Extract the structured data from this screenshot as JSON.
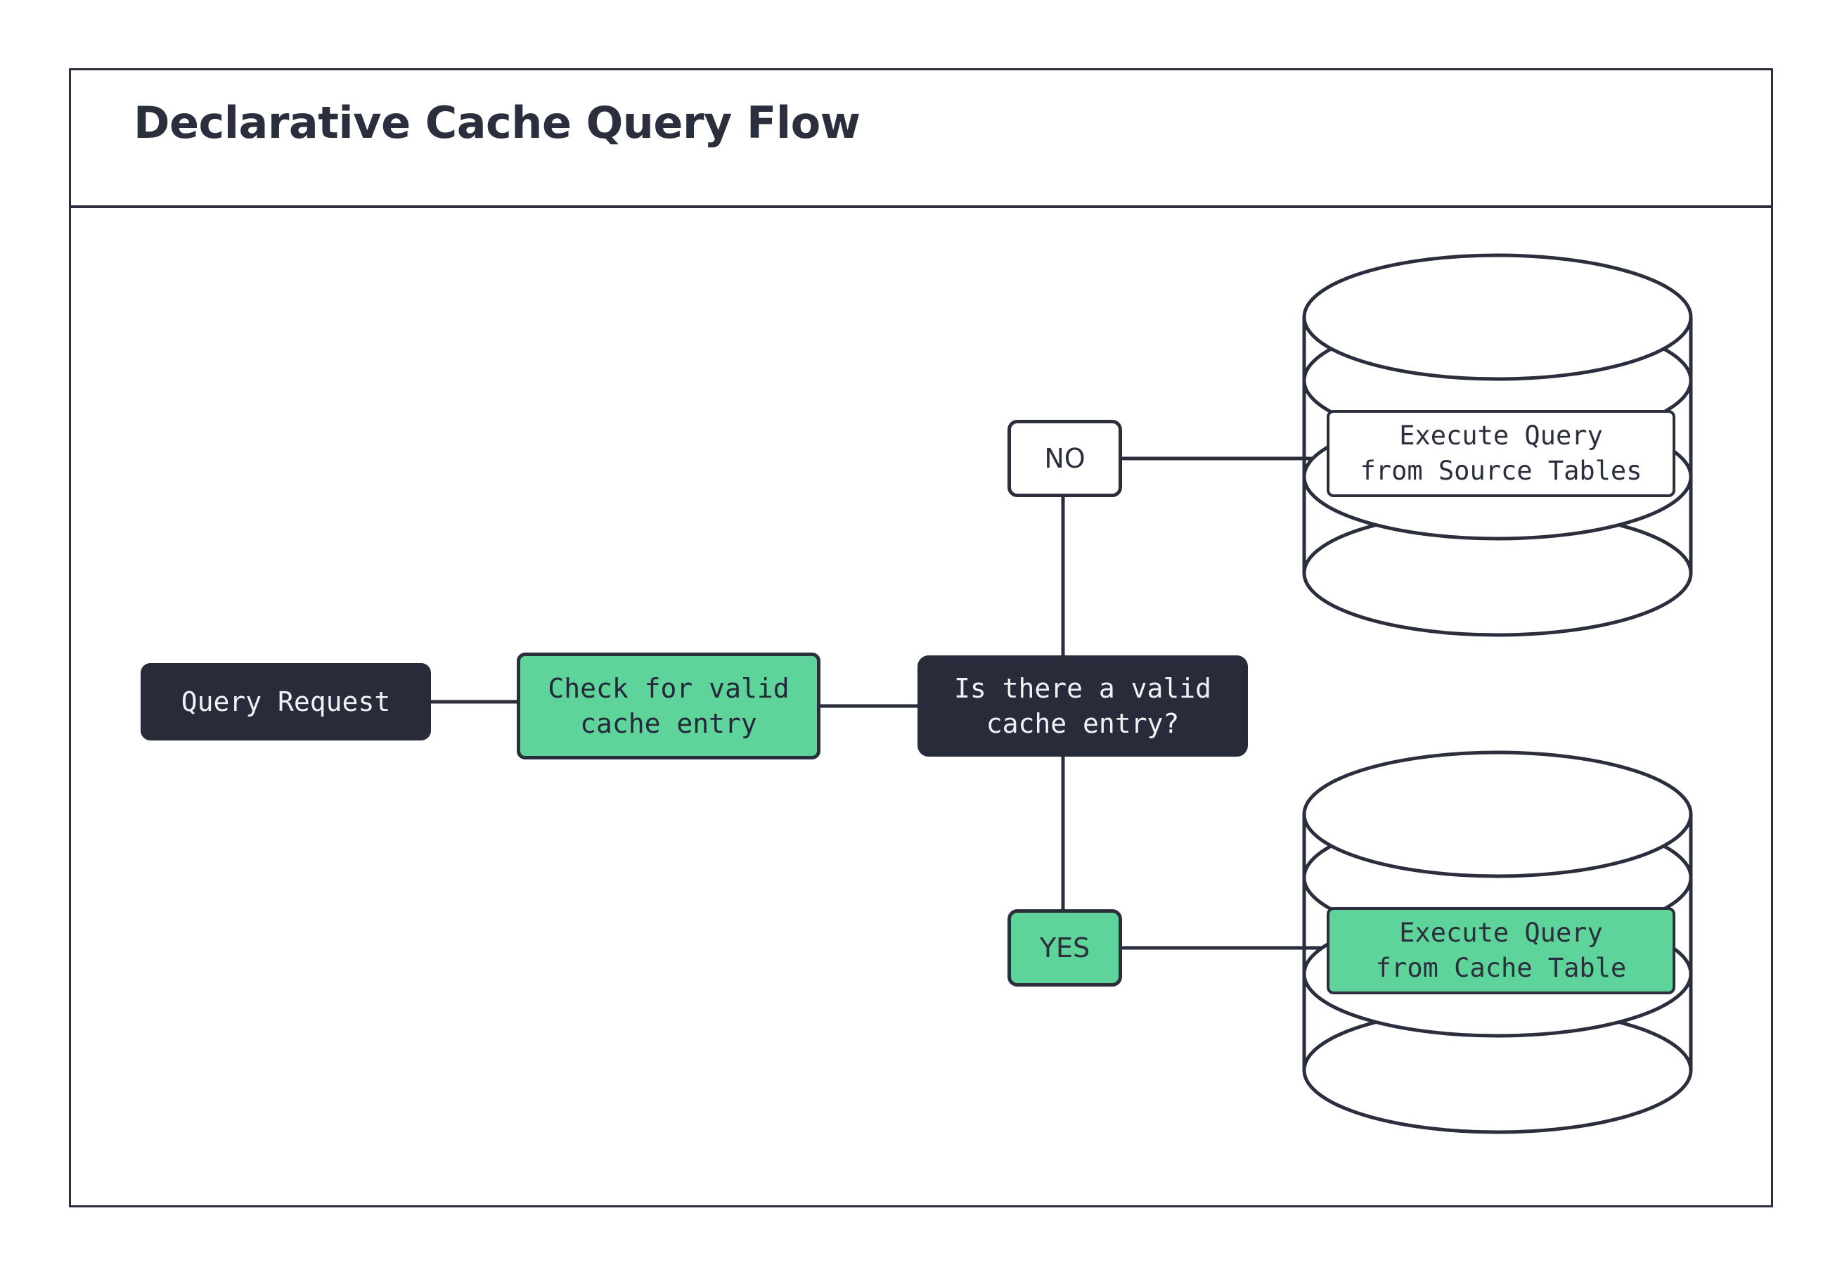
{
  "diagram": {
    "title": "Declarative Cache Query Flow",
    "colors": {
      "dark": "#282c3a",
      "green": "#5fd49a",
      "stroke": "#2a2e3d",
      "background": "#ffffff"
    },
    "nodes": {
      "query_request": "Query Request",
      "check_cache": "Check for valid\ncache entry",
      "decision": "Is there a valid\ncache entry?",
      "source_db_label": "Execute Query\nfrom Source Tables",
      "cache_db_label": "Execute Query\nfrom Cache Table"
    },
    "edge_labels": {
      "no": "NO",
      "yes": "YES"
    },
    "flow": [
      {
        "from": "Query Request",
        "to": "Check for valid cache entry"
      },
      {
        "from": "Check for valid cache entry",
        "to": "Is there a valid cache entry?"
      },
      {
        "from": "Is there a valid cache entry?",
        "to": "Execute Query from Source Tables",
        "label": "NO"
      },
      {
        "from": "Is there a valid cache entry?",
        "to": "Execute Query from Cache Table",
        "label": "YES"
      }
    ]
  }
}
